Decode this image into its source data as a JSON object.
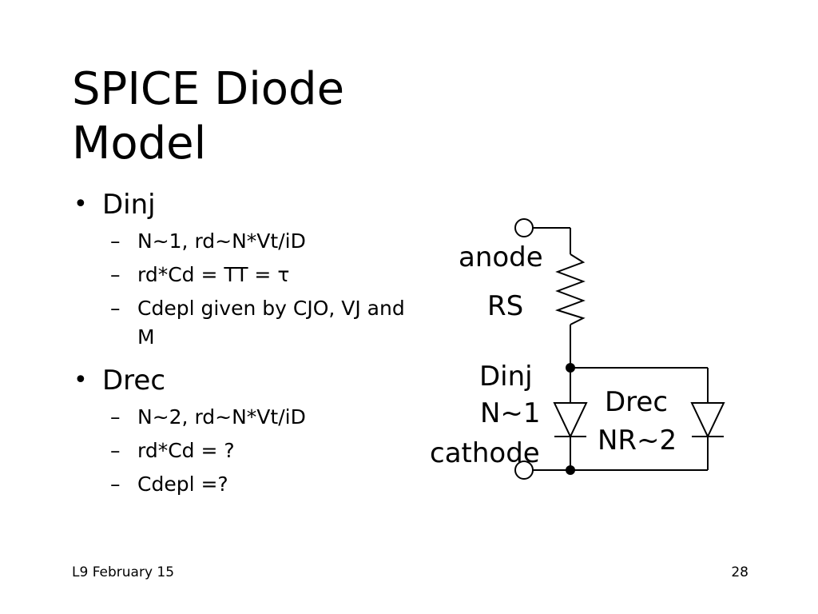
{
  "slide": {
    "title": "SPICE Diode Model",
    "bullets": [
      {
        "text": "Dinj",
        "subs": [
          "N~1, rd~N*Vt/iD",
          "rd*Cd = TT = τ",
          "Cdepl given by CJO, VJ and M"
        ]
      },
      {
        "text": "Drec",
        "subs": [
          "N~2, rd~N*Vt/iD",
          "rd*Cd = ?",
          "Cdepl =?"
        ]
      }
    ],
    "footer_left": "L9 February 15",
    "footer_right": "28"
  },
  "diagram": {
    "labels": {
      "anode": "anode",
      "rs": "RS",
      "dinj": "Dinj",
      "n1": "N~1",
      "drec": "Drec",
      "nr2": "NR~2",
      "cathode": "cathode"
    }
  }
}
